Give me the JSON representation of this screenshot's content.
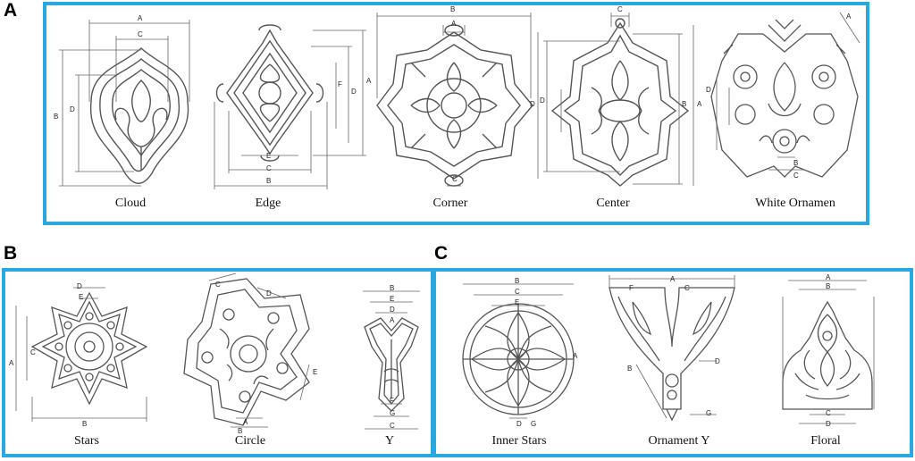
{
  "panels": {
    "a": {
      "letter": "A",
      "items": [
        {
          "caption": "Cloud",
          "dims": [
            "A",
            "C",
            "B",
            "D"
          ]
        },
        {
          "caption": "Edge",
          "dims": [
            "D",
            "F",
            "A",
            "E",
            "C",
            "B"
          ]
        },
        {
          "caption": "Corner",
          "dims": [
            "B",
            "A",
            "D",
            "C"
          ]
        },
        {
          "caption": "Center",
          "dims": [
            "C",
            "D",
            "B",
            "A"
          ]
        },
        {
          "caption": "White Ornamen",
          "dims": [
            "A",
            "D",
            "B",
            "C"
          ]
        }
      ]
    },
    "b": {
      "letter": "B",
      "items": [
        {
          "caption": "Stars",
          "dims": [
            "D",
            "E",
            "C",
            "A",
            "B"
          ]
        },
        {
          "caption": "Circle",
          "dims": [
            "C",
            "D",
            "E",
            "A",
            "B"
          ]
        },
        {
          "caption": "Y",
          "dims": [
            "B",
            "E",
            "D",
            "A",
            "F",
            "G",
            "C"
          ]
        }
      ]
    },
    "c": {
      "letter": "C",
      "items": [
        {
          "caption": "Inner Stars",
          "dims": [
            "B",
            "C",
            "E",
            "A",
            "D",
            "G"
          ]
        },
        {
          "caption": "Ornament Y",
          "dims": [
            "A",
            "F",
            "C",
            "B",
            "D",
            "G"
          ]
        },
        {
          "caption": "Floral",
          "dims": [
            "A",
            "B",
            "C",
            "D"
          ]
        }
      ]
    }
  },
  "colors": {
    "frame": "#29a7df",
    "line": "#555555"
  }
}
